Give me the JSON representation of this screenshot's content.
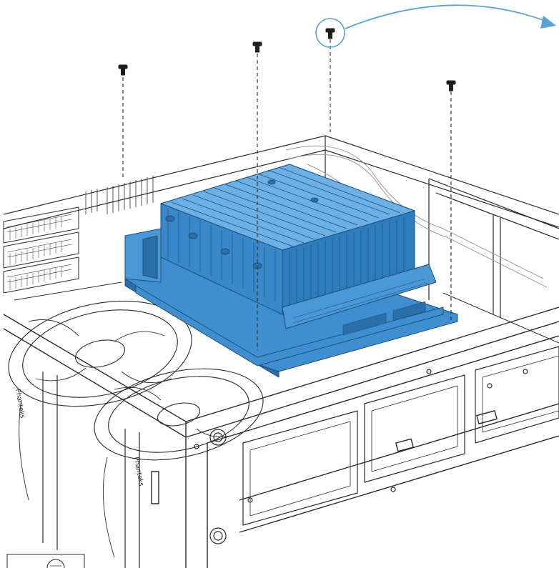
{
  "diagram": {
    "fan_label": "Phanteks",
    "colors": {
      "line": "#2b2b2b",
      "highlight_fill": "#3f8fd0",
      "highlight_dark": "#2a6fa9",
      "highlight_light": "#6fb0e4",
      "callout": "#5aa3d6",
      "background": "#ffffff"
    },
    "screws": [
      {
        "name": "screw-1",
        "icon": "screw-icon",
        "highlighted": false
      },
      {
        "name": "screw-2",
        "icon": "screw-icon",
        "highlighted": false
      },
      {
        "name": "screw-3",
        "icon": "screw-icon",
        "highlighted": true
      },
      {
        "name": "screw-4",
        "icon": "screw-icon",
        "highlighted": false
      }
    ],
    "callout_arrow": {
      "icon": "curved-arrow-icon"
    }
  }
}
